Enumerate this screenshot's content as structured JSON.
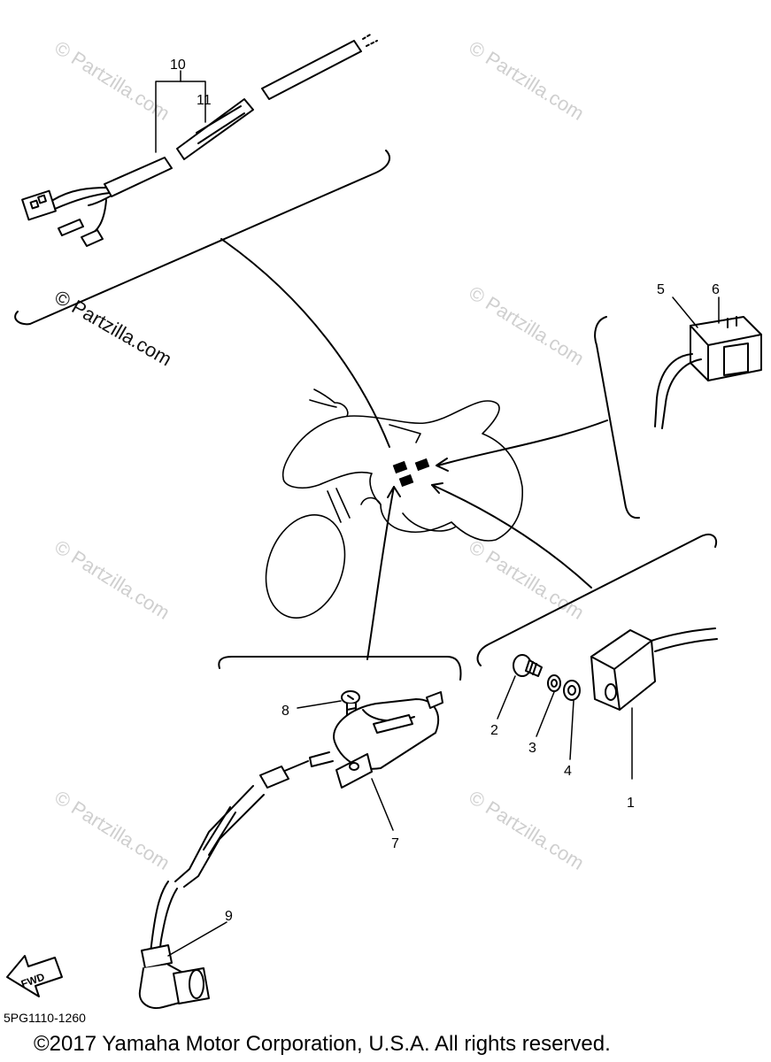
{
  "watermark": {
    "text": "© Partzilla.com"
  },
  "callouts": {
    "c1": "1",
    "c2": "2",
    "c3": "3",
    "c4": "4",
    "c5": "5",
    "c6": "6",
    "c7": "7",
    "c8": "8",
    "c9": "9",
    "c10": "10",
    "c11": "11"
  },
  "fwd_label": "FWD",
  "part_code": "5PG1110-1260",
  "copyright": "©2017 Yamaha Motor Corporation, U.S.A. All rights reserved."
}
